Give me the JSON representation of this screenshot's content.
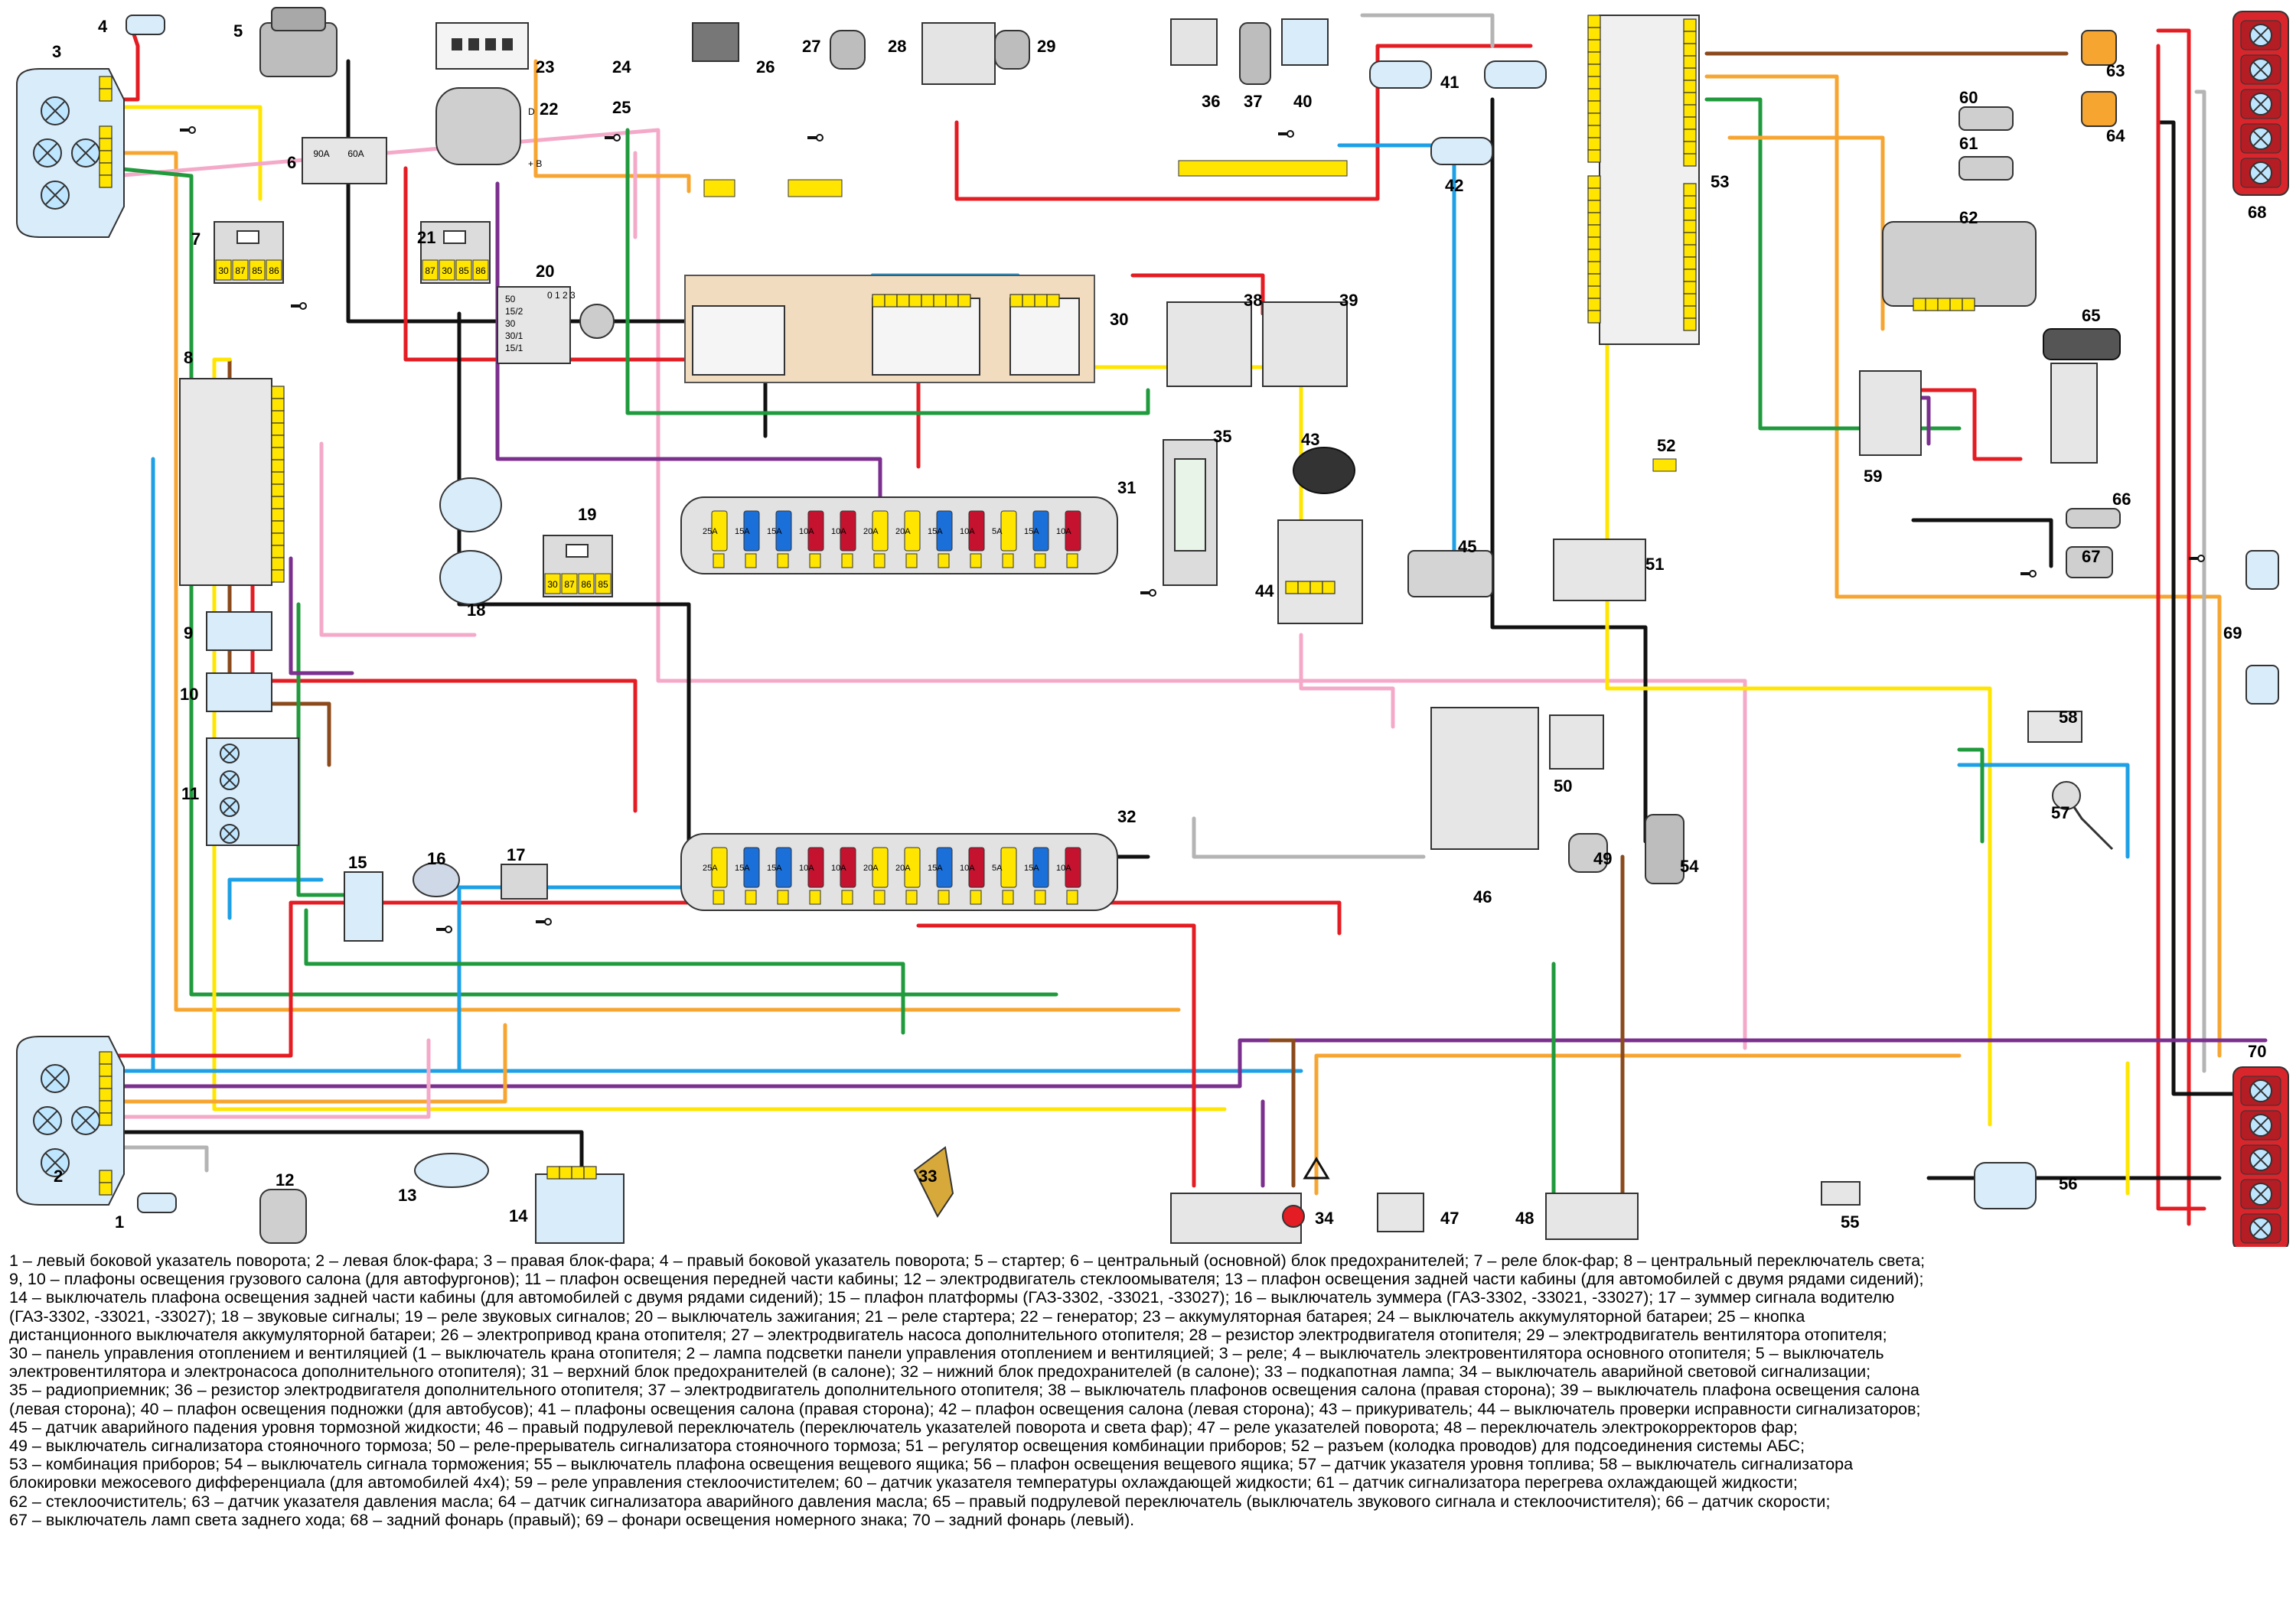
{
  "palette": {
    "red": "#e41c23",
    "yellow": "#ffe500",
    "orange": "#f7a531",
    "green": "#1f9a3c",
    "blue": "#1ea0e6",
    "pink": "#f4a9c8",
    "purple": "#7b2f8e",
    "brown": "#8b4a1c",
    "black": "#111111",
    "grey": "#b4b4b4",
    "lamp_housing": "#d9ecfa",
    "fuse_blue": "#1b6fd8",
    "fuse_red": "#c4122f",
    "fuse_yellow": "#ffe500",
    "panel_beige": "#f2dcc0",
    "tail_light": "#d8262c"
  },
  "components": [
    {
      "id": "1",
      "label": "1"
    },
    {
      "id": "2",
      "label": "2"
    },
    {
      "id": "3",
      "label": "3"
    },
    {
      "id": "4",
      "label": "4"
    },
    {
      "id": "5",
      "label": "5"
    },
    {
      "id": "6",
      "label": "6"
    },
    {
      "id": "7",
      "label": "7"
    },
    {
      "id": "8",
      "label": "8"
    },
    {
      "id": "9",
      "label": "9"
    },
    {
      "id": "10",
      "label": "10"
    },
    {
      "id": "11",
      "label": "11"
    },
    {
      "id": "12",
      "label": "12"
    },
    {
      "id": "13",
      "label": "13"
    },
    {
      "id": "14",
      "label": "14"
    },
    {
      "id": "15",
      "label": "15"
    },
    {
      "id": "16",
      "label": "16"
    },
    {
      "id": "17",
      "label": "17"
    },
    {
      "id": "18",
      "label": "18"
    },
    {
      "id": "19",
      "label": "19"
    },
    {
      "id": "20",
      "label": "20"
    },
    {
      "id": "21",
      "label": "21"
    },
    {
      "id": "22",
      "label": "22"
    },
    {
      "id": "23",
      "label": "23"
    },
    {
      "id": "24",
      "label": "24"
    },
    {
      "id": "25",
      "label": "25"
    },
    {
      "id": "26",
      "label": "26"
    },
    {
      "id": "27",
      "label": "27"
    },
    {
      "id": "28",
      "label": "28"
    },
    {
      "id": "29",
      "label": "29"
    },
    {
      "id": "30",
      "label": "30"
    },
    {
      "id": "31",
      "label": "31"
    },
    {
      "id": "32",
      "label": "32"
    },
    {
      "id": "33",
      "label": "33"
    },
    {
      "id": "34",
      "label": "34"
    },
    {
      "id": "35",
      "label": "35"
    },
    {
      "id": "36",
      "label": "36"
    },
    {
      "id": "37",
      "label": "37"
    },
    {
      "id": "38",
      "label": "38"
    },
    {
      "id": "39",
      "label": "39"
    },
    {
      "id": "40",
      "label": "40"
    },
    {
      "id": "41",
      "label": "41"
    },
    {
      "id": "42",
      "label": "42"
    },
    {
      "id": "43",
      "label": "43"
    },
    {
      "id": "44",
      "label": "44"
    },
    {
      "id": "45",
      "label": "45"
    },
    {
      "id": "46",
      "label": "46"
    },
    {
      "id": "47",
      "label": "47"
    },
    {
      "id": "48",
      "label": "48"
    },
    {
      "id": "49",
      "label": "49"
    },
    {
      "id": "50",
      "label": "50"
    },
    {
      "id": "51",
      "label": "51"
    },
    {
      "id": "52",
      "label": "52"
    },
    {
      "id": "53",
      "label": "53"
    },
    {
      "id": "54",
      "label": "54"
    },
    {
      "id": "55",
      "label": "55"
    },
    {
      "id": "56",
      "label": "56"
    },
    {
      "id": "57",
      "label": "57"
    },
    {
      "id": "58",
      "label": "58"
    },
    {
      "id": "59",
      "label": "59"
    },
    {
      "id": "60",
      "label": "60"
    },
    {
      "id": "61",
      "label": "61"
    },
    {
      "id": "62",
      "label": "62"
    },
    {
      "id": "63",
      "label": "63"
    },
    {
      "id": "64",
      "label": "64"
    },
    {
      "id": "65",
      "label": "65"
    },
    {
      "id": "66",
      "label": "66"
    },
    {
      "id": "67",
      "label": "67"
    },
    {
      "id": "68",
      "label": "68"
    },
    {
      "id": "69",
      "label": "69"
    },
    {
      "id": "70",
      "label": "70"
    }
  ],
  "fuse_blocks": [
    {
      "id": "31",
      "fuses": [
        {
          "rating": "25A",
          "color": "fuse_yellow"
        },
        {
          "rating": "15A",
          "color": "fuse_blue"
        },
        {
          "rating": "15A",
          "color": "fuse_blue"
        },
        {
          "rating": "10A",
          "color": "fuse_red"
        },
        {
          "rating": "10A",
          "color": "fuse_red"
        },
        {
          "rating": "20A",
          "color": "fuse_yellow"
        },
        {
          "rating": "20A",
          "color": "fuse_yellow"
        },
        {
          "rating": "15A",
          "color": "fuse_blue"
        },
        {
          "rating": "10A",
          "color": "fuse_red"
        },
        {
          "rating": "5A",
          "color": "fuse_yellow"
        },
        {
          "rating": "15A",
          "color": "fuse_blue"
        },
        {
          "rating": "10A",
          "color": "fuse_red"
        }
      ]
    },
    {
      "id": "32",
      "fuses": [
        {
          "rating": "25A",
          "color": "fuse_yellow"
        },
        {
          "rating": "15A",
          "color": "fuse_blue"
        },
        {
          "rating": "15A",
          "color": "fuse_blue"
        },
        {
          "rating": "10A",
          "color": "fuse_red"
        },
        {
          "rating": "10A",
          "color": "fuse_red"
        },
        {
          "rating": "20A",
          "color": "fuse_yellow"
        },
        {
          "rating": "20A",
          "color": "fuse_yellow"
        },
        {
          "rating": "15A",
          "color": "fuse_blue"
        },
        {
          "rating": "10A",
          "color": "fuse_red"
        },
        {
          "rating": "5A",
          "color": "fuse_yellow"
        },
        {
          "rating": "15A",
          "color": "fuse_blue"
        },
        {
          "rating": "10A",
          "color": "fuse_red"
        }
      ]
    }
  ],
  "main_fuse_block": {
    "labels": [
      "90A",
      "60A"
    ]
  },
  "relay_pins": {
    "relay_7": [
      "30",
      "87",
      "85",
      "86"
    ],
    "relay_21": [
      "87",
      "30",
      "85",
      "86"
    ],
    "relay_19": [
      "30",
      "87",
      "86",
      "85"
    ]
  },
  "ignition_switch_terminals": [
    "50",
    "15/2",
    "30",
    "30/1",
    "15/1"
  ],
  "ignition_switch_positions": "0 1 2 3",
  "generator_terminals": [
    "D",
    "+ B"
  ],
  "legend": {
    "lines": [
      "1 – левый боковой указатель поворота; 2 – левая блок-фара; 3 – правая блок-фара; 4 – правый боковой указатель поворота; 5 – стартер; 6 – центральный (основной) блок предохранителей; 7 – реле блок-фар; 8 – центральный переключатель света;",
      "9, 10 – плафоны освещения грузового салона (для автофургонов); 11 – плафон освещения передней части кабины; 12 – электродвигатель стеклоомывателя; 13 – плафон освещения задней части кабины (для автомобилей с двумя рядами сидений);",
      "14 – выключатель плафона освещения задней части кабины (для автомобилей с двумя рядами сидений); 15 – плафон платформы (ГАЗ-3302, -33021, -33027); 16 – выключатель зуммера (ГАЗ-3302, -33021, -33027); 17 – зуммер сигнала водителю",
      "(ГАЗ-3302, -33021, -33027); 18 – звуковые сигналы; 19 – реле звуковых сигналов; 20 – выключатель зажигания; 21 – реле стартера; 22 – генератор; 23 – аккумуляторная батарея; 24 – выключатель аккумуляторной батареи; 25 – кнопка",
      "дистанционного выключателя аккумуляторной батареи; 26 – электропривод крана отопителя; 27 – электродвигатель насоса дополнительного отопителя; 28 – резистор электродвигателя отопителя; 29 – электродвигатель вентилятора отопителя;",
      "30 – панель управления отоплением и вентиляцией (1 – выключатель крана отопителя; 2 – лампа подсветки панели управления отоплением и вентиляцией; 3 – реле; 4 – выключатель электровентилятора основного отопителя; 5 – выключатель",
      "электровентилятора и электронасоса дополнительного отопителя); 31 – верхний блок предохранителей (в салоне); 32 – нижний блок предохранителей (в салоне); 33 – подкапотная лампа; 34 – выключатель аварийной световой сигнализации;",
      "35 – радиоприемник; 36 – резистор электродвигателя дополнительного отопителя; 37 – электродвигатель дополнительного отопителя; 38 – выключатель плафонов освещения салона (правая сторона); 39 – выключатель плафона освещения салона",
      "(левая сторона); 40 – плафон освещения подножки (для автобусов); 41 – плафоны освещения салона (правая сторона); 42 – плафон освещения салона (левая сторона); 43 – прикуриватель; 44 – выключатель проверки исправности сигнализаторов;",
      "45 – датчик аварийного падения уровня тормозной жидкости; 46 – правый подрулевой переключатель (переключатель указателей поворота и света фар); 47 – реле указателей поворота; 48 – переключатель электрокорректоров фар;",
      "49 – выключатель сигнализатора стояночного тормоза; 50 – реле-прерыватель сигнализатора стояночного тормоза; 51 – регулятор освещения комбинации приборов; 52 – разъем (колодка проводов) для подсоединения системы АБС;",
      "53 – комбинация приборов; 54 – выключатель сигнала торможения; 55 – выключатель плафона освещения вещевого ящика; 56 – плафон освещения вещевого ящика; 57 – датчик указателя уровня топлива; 58 – выключатель сигнализатора",
      "блокировки межосевого дифференциала (для автомобилей 4x4); 59 – реле управления стеклоочистителем; 60 – датчик указателя температуры охлаждающей жидкости; 61 – датчик сигнализатора перегрева охлаждающей жидкости;",
      "62 – стеклоочиститель; 63 – датчик указателя давления масла; 64 – датчик сигнализатора аварийного давления масла; 65 – правый подрулевой переключатель (выключатель звукового сигнала и стеклоочистителя); 66 – датчик скорости;",
      "67 – выключатель ламп света заднего хода; 68 – задний фонарь (правый); 69 – фонари освещения номерного знака; 70 – задний фонарь (левый)."
    ]
  }
}
